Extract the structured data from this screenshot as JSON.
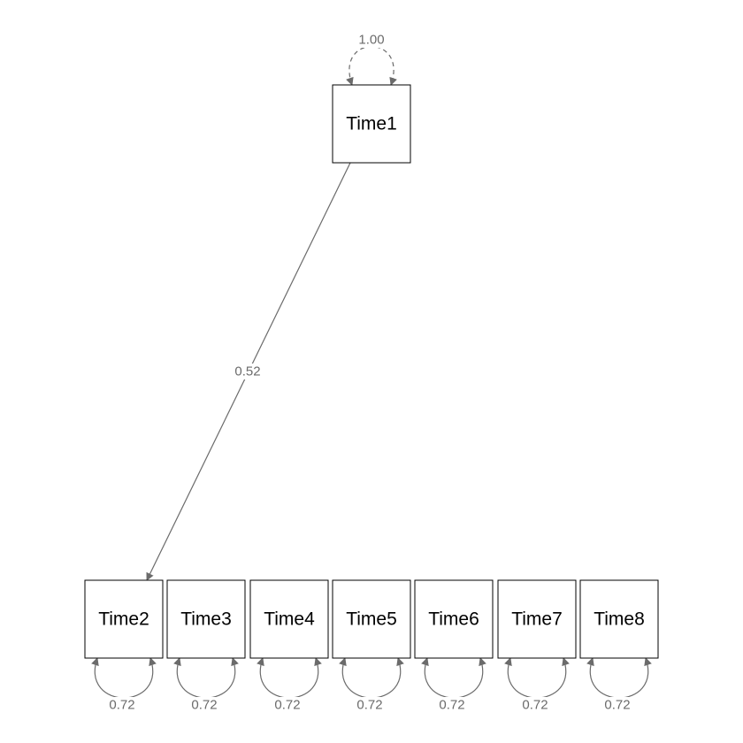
{
  "diagram": {
    "exogenous": {
      "id": "Time1",
      "label": "Time1",
      "variance": "1.00",
      "variance_fixed": true
    },
    "outcomes": [
      {
        "id": "Time2",
        "label": "Time2",
        "variance": "0.72"
      },
      {
        "id": "Time3",
        "label": "Time3",
        "variance": "0.72"
      },
      {
        "id": "Time4",
        "label": "Time4",
        "variance": "0.72"
      },
      {
        "id": "Time5",
        "label": "Time5",
        "variance": "0.72"
      },
      {
        "id": "Time6",
        "label": "Time6",
        "variance": "0.72"
      },
      {
        "id": "Time7",
        "label": "Time7",
        "variance": "0.72"
      },
      {
        "id": "Time8",
        "label": "Time8",
        "variance": "0.72"
      }
    ],
    "paths": [
      {
        "from": "Time1",
        "to": "Time2",
        "label": "0.52"
      }
    ]
  },
  "colors": {
    "edge": "#6b6b6b",
    "node_border": "#000000",
    "background": "#ffffff"
  }
}
